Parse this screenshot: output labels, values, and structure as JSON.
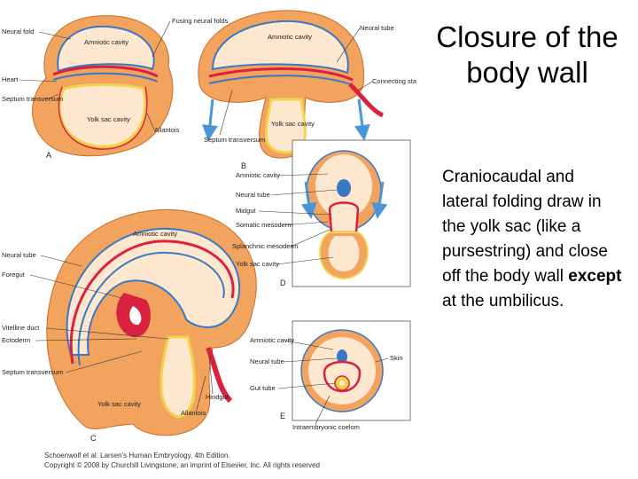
{
  "slide": {
    "title": "Closure of the body wall",
    "body_before": "Craniocaudal and lateral folding draw in the yolk sac (like a pursestring) and close off the body wall ",
    "body_bold": "except",
    "body_after": " at the umbilicus."
  },
  "figure": {
    "panels": {
      "a": "A",
      "b": "B",
      "c": "C",
      "d": "D",
      "e": "E"
    },
    "labels": {
      "neural_fold": "Neural fold",
      "fusing_neural_folds": "Fusing neural folds",
      "amniotic_cavity_a": "Amniotic cavity",
      "heart": "Heart",
      "septum_transversum_a": "Septum transversum",
      "yolk_sac_cavity_a": "Yolk sac cavity",
      "allantois_a": "Allantois",
      "amniotic_cavity_b": "Amniotic cavity",
      "neural_tube_b": "Neural tube",
      "connecting_stalk": "Connecting stalk",
      "yolk_sac_cavity_b": "Yolk sac cavity",
      "septum_transversum_b": "Septum transversum",
      "amniotic_cavity_d": "Amniotic cavity",
      "neural_tube_d": "Neural tube",
      "midgut": "Midgut",
      "somatic_mesoderm": "Somatic mesoderm",
      "splanchnic_mesoderm": "Splanchnic mesoderm",
      "yolk_sac_cavity_d": "Yolk sac cavity",
      "amniotic_cavity_c": "Amniotic cavity",
      "neural_tube_c": "Neural tube",
      "foregut": "Foregut",
      "vitelline_duct": "Vitelline duct",
      "ectoderm": "Ectoderm",
      "septum_transversum_c": "Septum transversum",
      "yolk_sac_cavity_c": "Yolk sac cavity",
      "allantois_c": "Allantois",
      "hindgut": "Hindgut",
      "amniotic_cavity_e": "Amniotic cavity",
      "neural_tube_e": "Neural tube",
      "gut_tube": "Gut tube",
      "skin": "Skin",
      "intraembryonic_coelom": "Intraembryonic coelom"
    },
    "credit_line1": "Schoenwolf et al: Larsen's Human Embryology, 4th Edition.",
    "credit_line2": "Copyright © 2008 by Churchill Livingstone, an imprint of Elsevier, Inc. All rights reserved"
  },
  "colors": {
    "tissue_orange": "#f2a35e",
    "tissue_light": "#f9d3a8",
    "cavity_fill": "#fde8cf",
    "ectoderm_blue": "#3b78c4",
    "mesoderm_red": "#d9223f",
    "endoderm_yellow": "#f3d34a",
    "arrow_blue": "#4a95d8"
  }
}
